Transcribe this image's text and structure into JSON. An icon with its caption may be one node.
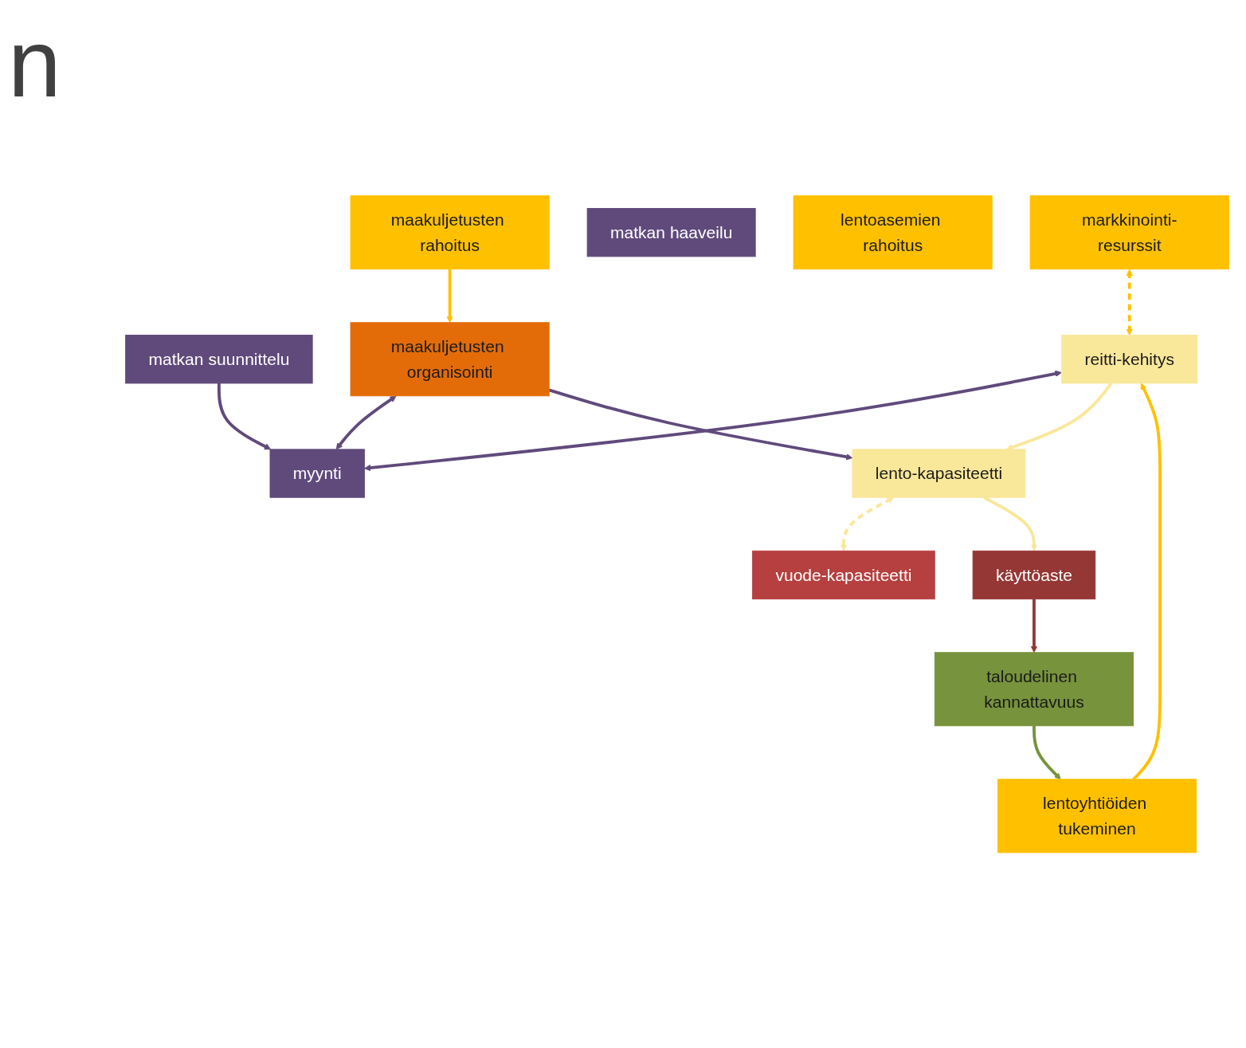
{
  "diagram": {
    "nodes": [
      {
        "text": [
          "markkinointi-resurssit"
        ]
      },
      {
        "text": [
          "matkan haaveilu"
        ]
      },
      {
        "text": [
          "matkan suunnittelu"
        ]
      },
      {
        "text": [
          "myynti"
        ]
      },
      {
        "text": [
          "lentoasemien rahoitus"
        ]
      },
      {
        "text": [
          "lentoyhtiöiden tukeminen"
        ]
      },
      {
        "text": [
          "reitti-kehitys"
        ]
      },
      {
        "text": [
          "lento-kapasiteetti"
        ]
      },
      {
        "text": [
          "maakuljetusten rahoitus"
        ]
      },
      {
        "text": [
          "maakuljetusten organisointi"
        ]
      },
      {
        "text": [
          "taloudelinen kannattavuus"
        ]
      },
      {
        "text": [
          "vuode-kapasiteetti"
        ]
      },
      {
        "text": [
          "käyttöaste"
        ]
      }
    ],
    "edges": [
      {
        "from": 2,
        "to": 3,
        "arrow": "to",
        "color": "#604a7b"
      },
      {
        "from": 0,
        "to": 6,
        "arrow": "both",
        "style": "dashed",
        "color": "#ffc000"
      },
      {
        "from": 6,
        "to": 3,
        "arrow": "both",
        "color": "#604a7b"
      },
      {
        "from": 5,
        "to": 6,
        "arrow": "to",
        "color": "#ffc000"
      },
      {
        "from": 9,
        "to": 3,
        "arrow": "both",
        "color": "#604a7b"
      },
      {
        "from": 9,
        "to": 7,
        "arrow": "to",
        "color": "#604a7b"
      },
      {
        "from": 6,
        "to": 7,
        "arrow": "to",
        "color": "#f9e79a"
      },
      {
        "from": 8,
        "to": 9,
        "arrow": "to",
        "color": "#ffc000"
      },
      {
        "from": 7,
        "to": 11,
        "arrow": "both",
        "style": "dashed",
        "color": "#f9e79a"
      },
      {
        "from": 7,
        "to": 12,
        "arrow": "to",
        "color": "#f9e79a"
      },
      {
        "from": 12,
        "to": 10,
        "arrow": "to",
        "color": "#953735"
      },
      {
        "from": 10,
        "to": 5,
        "arrow": "to",
        "color": "#77933c"
      }
    ],
    "labels": [
      "n"
    ]
  }
}
